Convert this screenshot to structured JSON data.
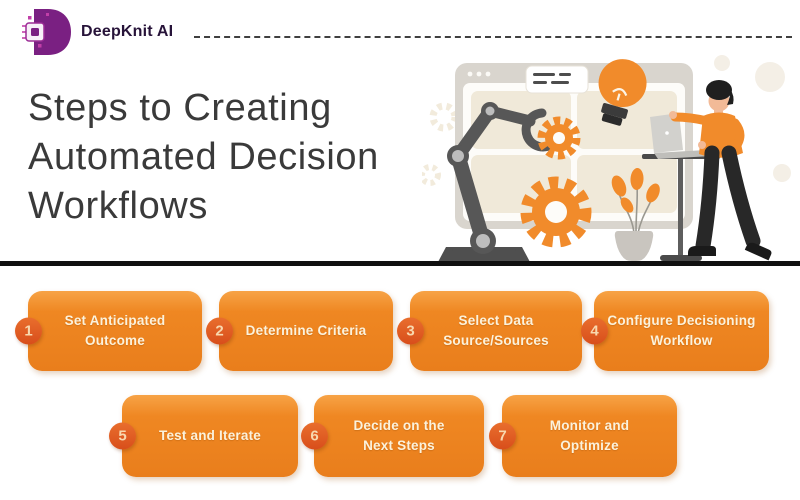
{
  "brand": {
    "name": "DeepKnit AI"
  },
  "header": {
    "title_line1": "Steps to Creating",
    "title_line2": "Automated Decision",
    "title_line3": "Workflows"
  },
  "steps": [
    {
      "num": "1",
      "line1": "Set Anticipated",
      "line2": "Outcome"
    },
    {
      "num": "2",
      "line1": "Determine Criteria",
      "line2": ""
    },
    {
      "num": "3",
      "line1": "Select Data",
      "line2": "Source/Sources"
    },
    {
      "num": "4",
      "line1": "Configure Decisioning",
      "line2": "Workflow"
    },
    {
      "num": "5",
      "line1": "Test and Iterate",
      "line2": ""
    },
    {
      "num": "6",
      "line1": "Decide on the",
      "line2": "Next Steps"
    },
    {
      "num": "7",
      "line1": "Monitor and",
      "line2": "Optimize"
    }
  ],
  "illustration": {
    "description": "Robotic arm assembling orange gears in front of a browser window with a lightbulb, notes card, potted plant, and a person working on a laptop at a standing desk",
    "elements": [
      "browser-window",
      "notes-card",
      "lightbulb",
      "robot-arm",
      "gear-small",
      "gear-large",
      "potted-plant",
      "standing-desk",
      "laptop",
      "person"
    ]
  },
  "colors": {
    "step_box_orange": "#EF8722",
    "step_box_orange_light": "#F7A346",
    "badge_orange": "#D84E1B",
    "step_text_cream": "#FBF2DC",
    "brand_purple": "#7A2082",
    "brand_magenta": "#C13FA8",
    "title_gray": "#3A3A3A",
    "divider_black": "#101010",
    "illustration_orange": "#F18B2B"
  }
}
